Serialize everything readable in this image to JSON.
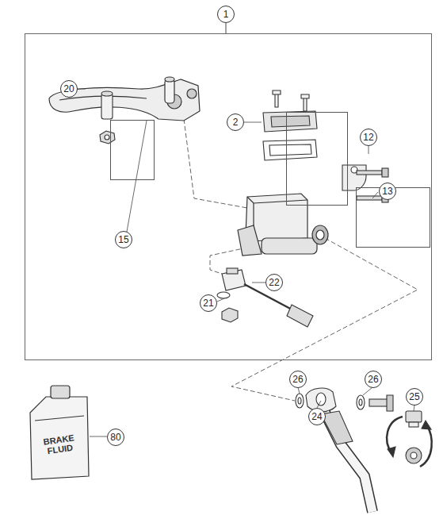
{
  "diagram": {
    "nodes": [
      {
        "text": [
          "1"
        ]
      },
      {
        "text": [
          "20"
        ],
        "in": 0
      },
      {
        "text": [
          "2"
        ],
        "in": 0
      },
      {
        "text": [
          "12",
          "13"
        ],
        "in": 0
      }
    ],
    "labels": [
      "15",
      "22",
      "21",
      "26",
      "25",
      "26",
      "24",
      "80",
      "BRAKE FLUID"
    ]
  }
}
